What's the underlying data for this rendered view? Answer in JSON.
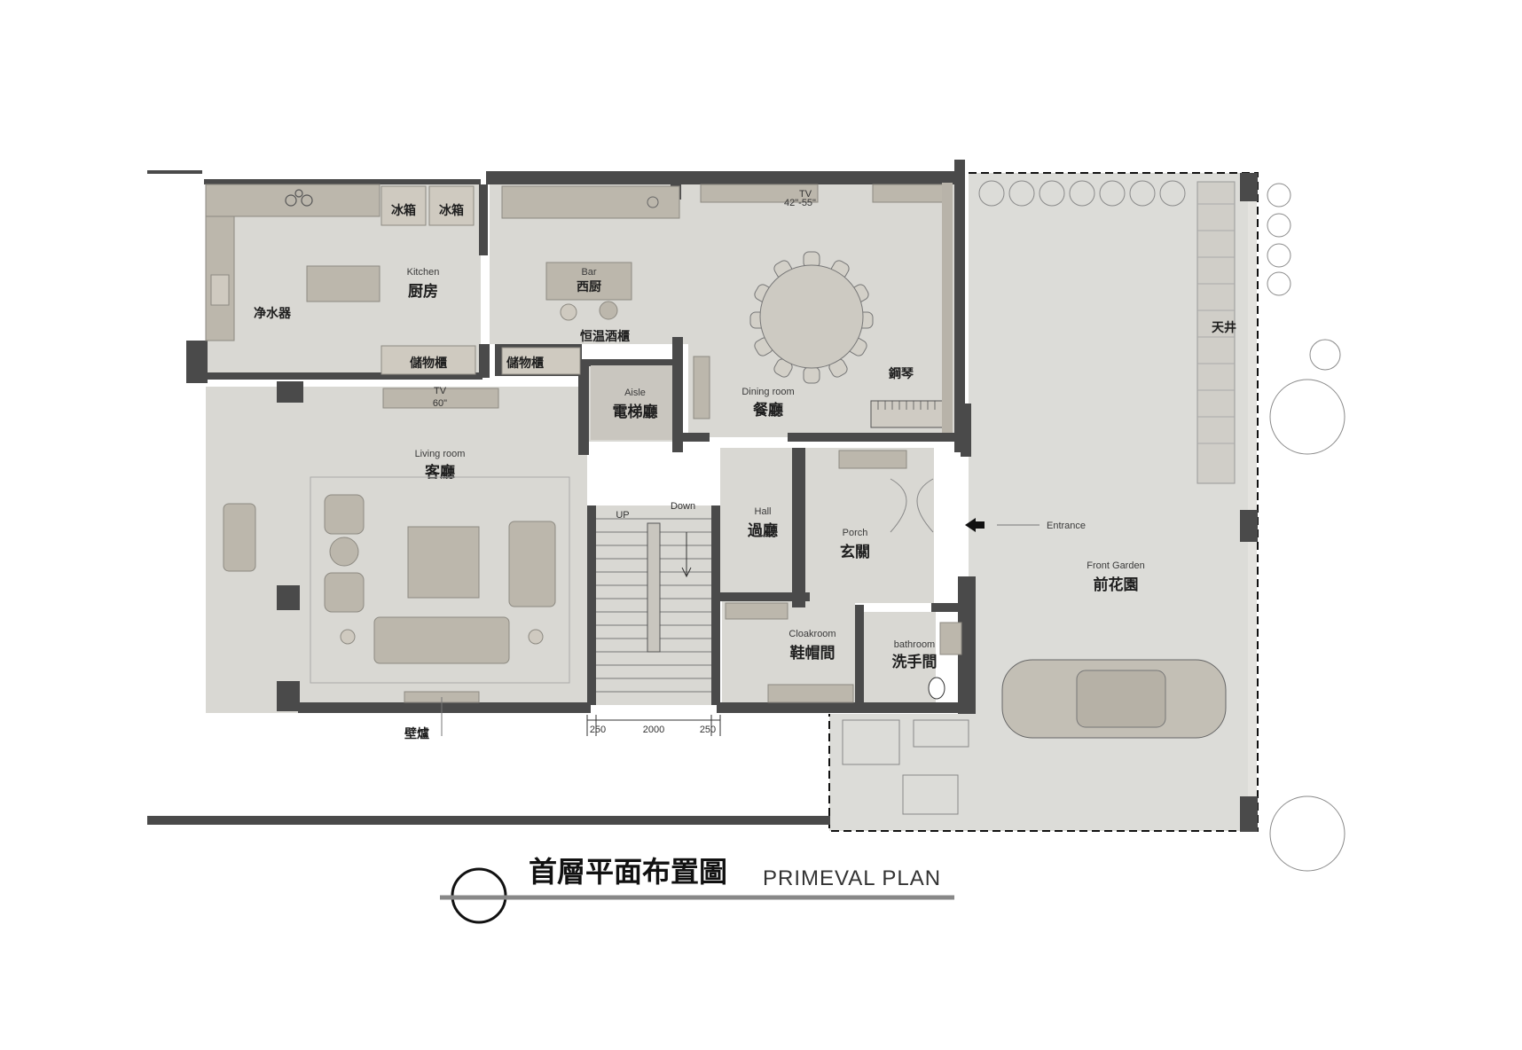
{
  "title": {
    "zh": "首層平面布置圖",
    "en": "PRIMEVAL PLAN"
  },
  "rooms": {
    "kitchen": {
      "en": "Kitchen",
      "zh": "厨房"
    },
    "bar": {
      "en": "Bar",
      "zh": "西厨"
    },
    "dining": {
      "en": "Dining room",
      "zh": "餐廳"
    },
    "aisle": {
      "en": "Aisle",
      "zh": "電梯廳"
    },
    "living": {
      "en": "Living room",
      "zh": "客廳"
    },
    "hall": {
      "en": "Hall",
      "zh": "過廳"
    },
    "porch": {
      "en": "Porch",
      "zh": "玄關"
    },
    "cloakroom": {
      "en": "Cloakroom",
      "zh": "鞋帽間"
    },
    "bathroom": {
      "en": "bathroom",
      "zh": "洗手間"
    },
    "front_garden": {
      "en": "Front Garden",
      "zh": "前花園"
    },
    "courtyard": {
      "zh": "天井"
    }
  },
  "labels": {
    "fridge1": "冰箱",
    "fridge2": "冰箱",
    "water_purifier": "净水器",
    "storage1": "儲物櫃",
    "storage2": "儲物櫃",
    "wine_cabinet": "恒温酒櫃",
    "piano": "鋼琴",
    "fireplace": "壁爐",
    "entrance": "Entrance",
    "up": "UP",
    "down": "Down",
    "tv_living": "TV",
    "tv_living_size": "60\"",
    "tv_dining": "TV",
    "tv_dining_size": "42\"-55\""
  },
  "dimensions": [
    "250",
    "2000",
    "250"
  ]
}
